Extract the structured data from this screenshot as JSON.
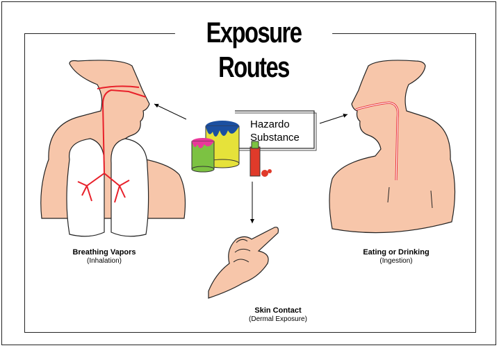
{
  "title": "Exposure Routes",
  "substance_label": {
    "line1": "Hazardo",
    "line2": "Substance"
  },
  "routes": {
    "inhalation": {
      "main": "Breathing Vapors",
      "sub": "(Inhalation)"
    },
    "ingestion": {
      "main": "Eating or Drinking",
      "sub": "(Ingestion)"
    },
    "dermal": {
      "main": "Skin Contact",
      "sub": "(Dermal Exposure)"
    }
  },
  "colors": {
    "skin": "#f7c6aa",
    "airway": "#e8202a",
    "paint_green": "#7cc242",
    "paint_yellow": "#e6e23a",
    "paint_blue": "#1b4fa0",
    "paint_pink": "#e8389a",
    "spray_red": "#e03a2a"
  }
}
